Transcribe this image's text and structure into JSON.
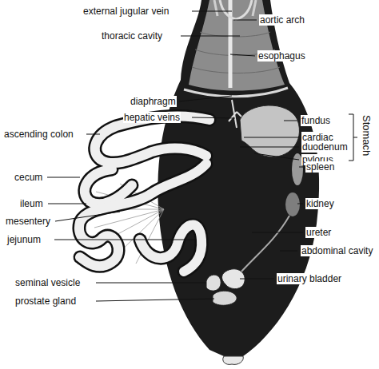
{
  "diagram": {
    "labels": [
      "external jugular vein",
      "aortic arch",
      "thoracic cavity",
      "esophagus",
      "diaphragm",
      "hepatic veins",
      "fundus",
      "cardiac",
      "duodenum",
      "pylorus",
      "Stomach",
      "ascending colon",
      "cecum",
      "spleen",
      "ileum",
      "kidney",
      "mesentery",
      "jejunum",
      "ureter",
      "abdominal cavity",
      "seminal vesicle",
      "urinary bladder",
      "prostate gland"
    ]
  }
}
